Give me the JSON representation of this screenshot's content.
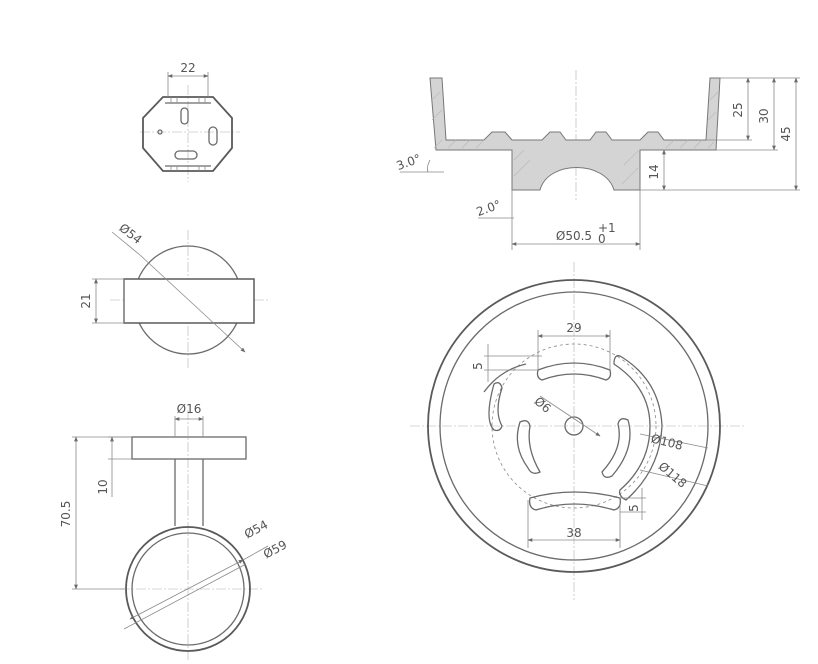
{
  "drawing": {
    "top_view": {
      "width_label": "22"
    },
    "side_view": {
      "diameter_label": "Ø54",
      "height_label": "21"
    },
    "front_view": {
      "rod_diameter_label": "Ø16",
      "flange_label": "10",
      "total_height_label": "70.5",
      "inner_diameter_label": "Ø54",
      "outer_diameter_label": "Ø59"
    },
    "section_view": {
      "depth_label": "25",
      "inner_height_label": "30",
      "total_height_label": "45",
      "base_height_label": "14",
      "draft_top_label": "3.0°",
      "draft_bottom_label": "2.0°",
      "base_diameter_label": "Ø50.5",
      "tolerance_upper": "+1",
      "tolerance_lower": "0"
    },
    "plan_view": {
      "top_slot_width_label": "29",
      "top_slot_height_label": "5",
      "hole_label": "Ø6",
      "inner_ring_label": "Ø108",
      "outer_ring_label": "Ø118",
      "bottom_slot_height_label": "5",
      "bottom_slot_width_label": "38"
    }
  }
}
